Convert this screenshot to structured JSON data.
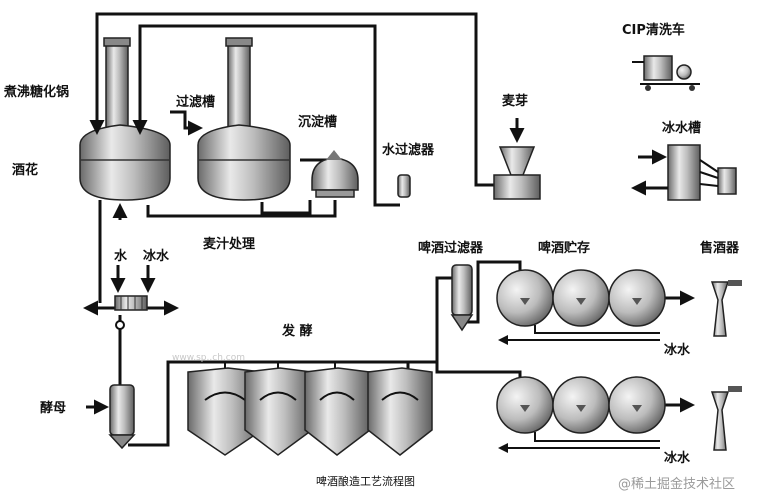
{
  "labels": {
    "boil_kettle": "煮沸糖化锅",
    "hops": "酒花",
    "lauter_tun": "过滤槽",
    "settling_tank": "沉淀槽",
    "water_filter": "水过滤器",
    "malt": "麦芽",
    "cip_cart": "CIP清洗车",
    "ice_water_tank": "冰水槽",
    "wort_treatment": "麦汁处理",
    "water": "水",
    "ice_water_1": "冰水",
    "yeast": "酵母",
    "fermentation": "发 酵",
    "beer_filter": "啤酒过滤器",
    "beer_storage": "啤酒贮存",
    "dispenser": "售酒器",
    "ice_water_2": "冰水",
    "ice_water_3": "冰水",
    "caption": "啤酒酿造工艺流程图",
    "watermark": "@稀土掘金技术社区",
    "watermark_faint": "www.sp..ch.com"
  },
  "colors": {
    "line": "#111111",
    "steel_dark": "#6f6f6f",
    "steel_light": "#e6e6e6"
  }
}
